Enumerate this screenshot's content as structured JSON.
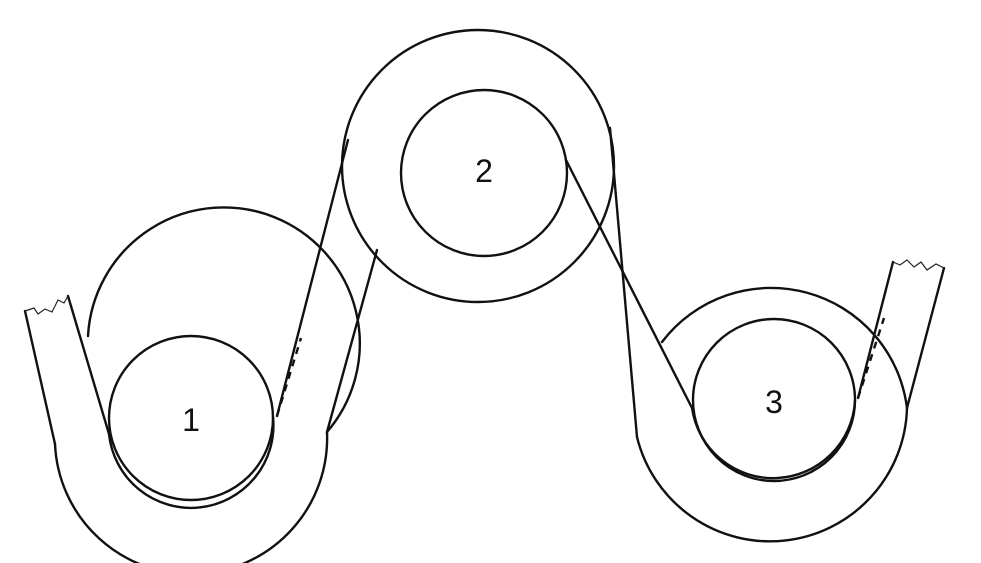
{
  "rollers": [
    {
      "label": "1"
    },
    {
      "label": "2"
    },
    {
      "label": "3"
    }
  ]
}
